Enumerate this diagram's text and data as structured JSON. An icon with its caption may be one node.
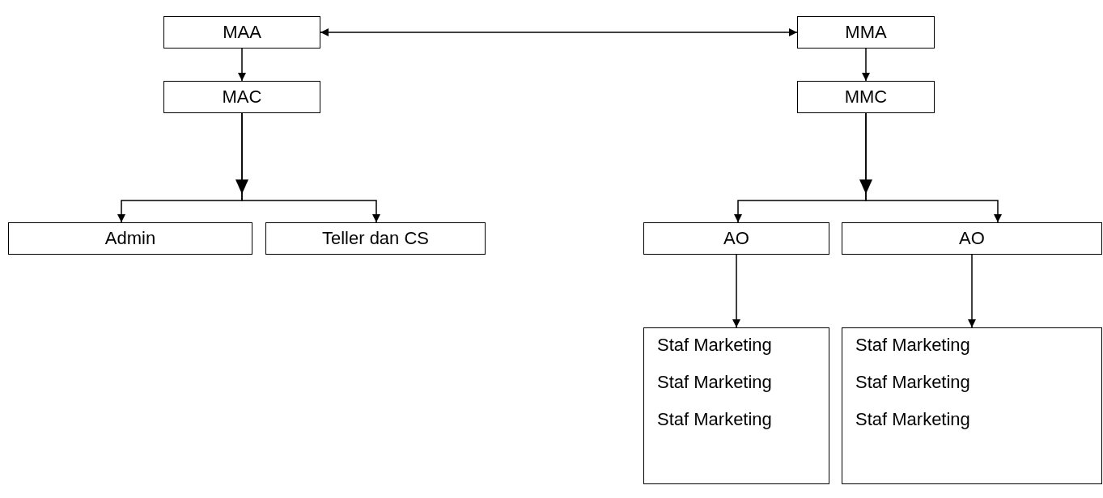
{
  "diagram": {
    "nodes": [
      {
        "text": [
          "MAA"
        ]
      },
      {
        "text": [
          "MMA"
        ]
      },
      {
        "text": [
          "MAC"
        ]
      },
      {
        "text": [
          "MMC"
        ]
      },
      {
        "text": [
          "Admin"
        ]
      },
      {
        "text": [
          "Teller dan CS"
        ]
      },
      {
        "text": [
          "AO"
        ]
      },
      {
        "text": [
          "AO"
        ]
      },
      {
        "text": [
          "Staf Marketing",
          "Staf Marketing",
          "Staf Marketing"
        ]
      },
      {
        "text": [
          "Staf Marketing",
          "Staf Marketing",
          "Staf Marketing"
        ]
      }
    ],
    "edges": [
      {
        "from": 0,
        "to": 1,
        "arrow": "both"
      },
      {
        "from": 0,
        "to": 2,
        "arrow": "to"
      },
      {
        "from": 1,
        "to": 3,
        "arrow": "to"
      },
      {
        "from": 2,
        "to": 4,
        "arrow": "to"
      },
      {
        "from": 2,
        "to": 5,
        "arrow": "to"
      },
      {
        "from": 3,
        "to": 6,
        "arrow": "to"
      },
      {
        "from": 3,
        "to": 7,
        "arrow": "to"
      },
      {
        "from": 6,
        "to": 8,
        "arrow": "to"
      },
      {
        "from": 7,
        "to": 9,
        "arrow": "to"
      }
    ]
  }
}
